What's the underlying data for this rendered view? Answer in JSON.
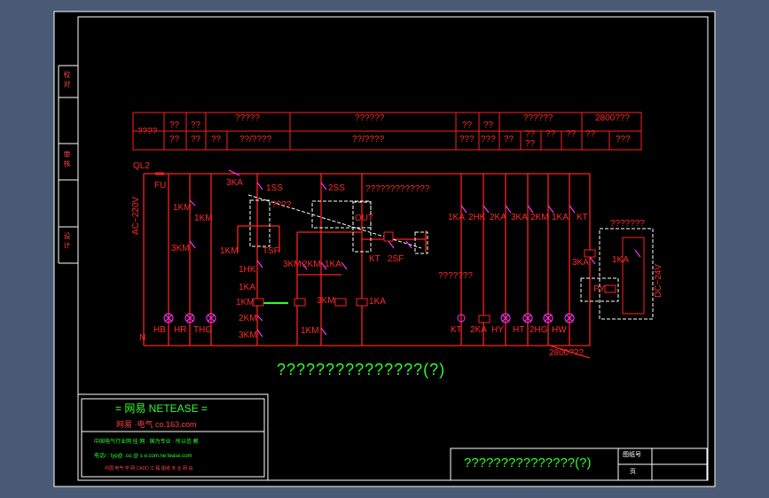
{
  "table": {
    "row1": [
      "????",
      "??",
      "??",
      "?????",
      "??????",
      "??",
      "??",
      "??????",
      "2800???"
    ],
    "row2": [
      "??",
      "??",
      "??/????",
      "??/????",
      "???",
      "???",
      "??",
      "??",
      "??",
      "??",
      "???"
    ],
    "row2b": [
      "??",
      "??",
      "??"
    ]
  },
  "circuit": {
    "ql2": "QL2",
    "fu": "FU",
    "ac": "AC~220V",
    "n": "N",
    "dc": "DC~24V",
    "sw_3ka": "3KA",
    "sw_1ss": "1SS",
    "sw_2ss": "2SS",
    "sw_1km_a": "1KM",
    "sw_1km_b": "1KM",
    "sw_3km": "3KM",
    "sw_1km_c": "1KM",
    "tsf": "TSF",
    "hint1": "????",
    "hint2": "?????????????",
    "hint3": "???????",
    "hint4": "???????",
    "hint5": "2800???",
    "out": "OUT",
    "kt": "KT",
    "sf2": "2SF",
    "hk1": "1HK",
    "ka1": "1KA",
    "km1": "1KM",
    "km2": "2KM",
    "km3": "3KM",
    "m3km": "3KM",
    "m2km": "2KM",
    "m1ka": "1KA",
    "m3km_b": "3KM",
    "m1ka_b": "1KA",
    "m1km": "1KM",
    "r_1ka": "1KA",
    "r_2hk": "2HK",
    "r_2ka": "2KA",
    "r_3ka": "3KA",
    "r_2km": "2KM",
    "r_1ka_b": "1KA",
    "r_kt": "KT",
    "r_3ka_b": "3KA",
    "r_1ka_c": "1KA",
    "r_py": "PY",
    "lamps": [
      "HB",
      "HR",
      "THG"
    ],
    "loads": [
      "KT",
      "2KA",
      "HY",
      "HT",
      "2HG",
      "HW"
    ]
  },
  "title_main": "???????????????(?)",
  "stamp": {
    "title": "= 网易 NETEASE =",
    "line1": "网易 ·电气   co.163.com",
    "line2": "中国电气行业网 挂  网 · 国为专业 · 所以信  赖",
    "line3": "电话/ : typ@  .co  @ s  e.com.ne tease.com",
    "line4": "中国 电气 学 网 CADD  工 程 图纸 专 业 网 站"
  },
  "titleblock": {
    "name": "???????????????(?)",
    "drawing_no": "图纸号",
    "page": "页"
  },
  "sidebar": [
    "校 对",
    "审 核",
    "设 计"
  ],
  "colors": {
    "bg": "#4a5a74",
    "sheet": "#000000",
    "frame": "#ffffff",
    "wire": "#ff2020",
    "mag": "#ff33ff",
    "green": "#2bff2b",
    "white": "#ffffff"
  }
}
